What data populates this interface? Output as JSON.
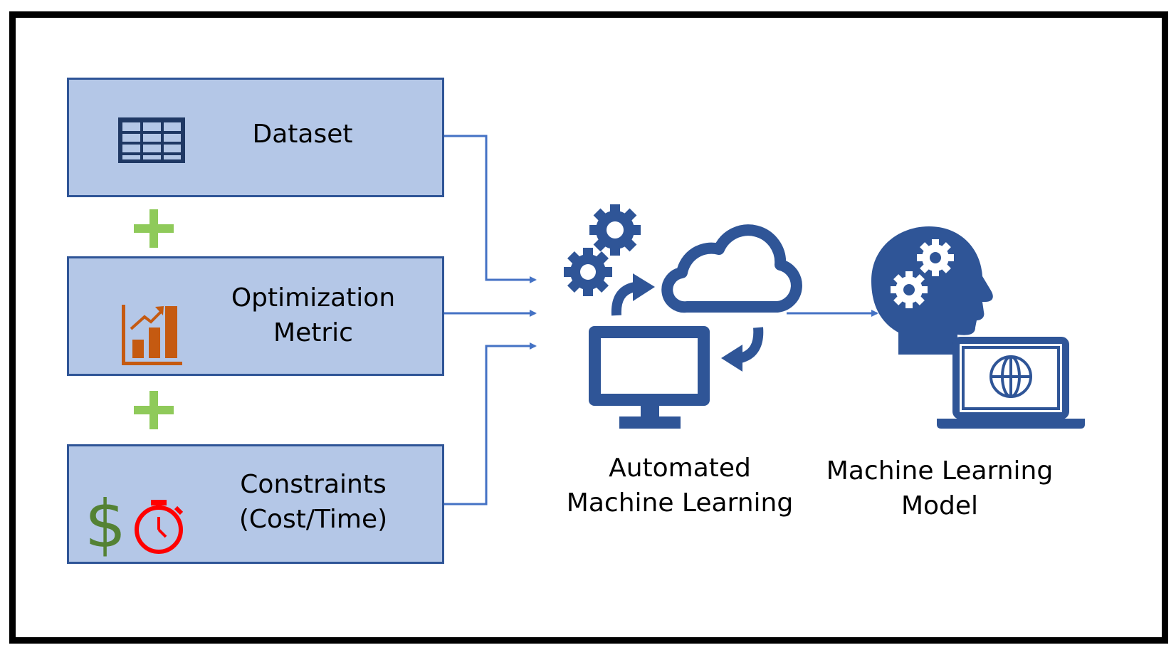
{
  "inputs": {
    "dataset": {
      "label": "Dataset",
      "icon": "table-icon"
    },
    "metric": {
      "line1": "Optimization",
      "line2": "Metric",
      "icon": "bar-chart-icon"
    },
    "constraints": {
      "line1": "Constraints",
      "line2": "(Cost/Time)",
      "icons": [
        "dollar-icon",
        "stopwatch-icon"
      ]
    }
  },
  "automl": {
    "line1": "Automated",
    "line2": "Machine Learning",
    "icons": [
      "gears-icon",
      "cloud-icon",
      "monitor-icon",
      "sync-arrows-icon"
    ]
  },
  "model": {
    "line1": "Machine Learning",
    "line2": "Model",
    "icons": [
      "head-gears-icon",
      "laptop-globe-icon"
    ]
  },
  "colors": {
    "box_fill": "#b4c7e7",
    "box_border": "#2f5597",
    "arrow": "#4472c4",
    "icon_blue": "#2f5597",
    "plus_green": "#8fca5a",
    "metric_orange": "#c55a11",
    "dollar_green": "#548235",
    "stopwatch_red": "#ff0000"
  }
}
